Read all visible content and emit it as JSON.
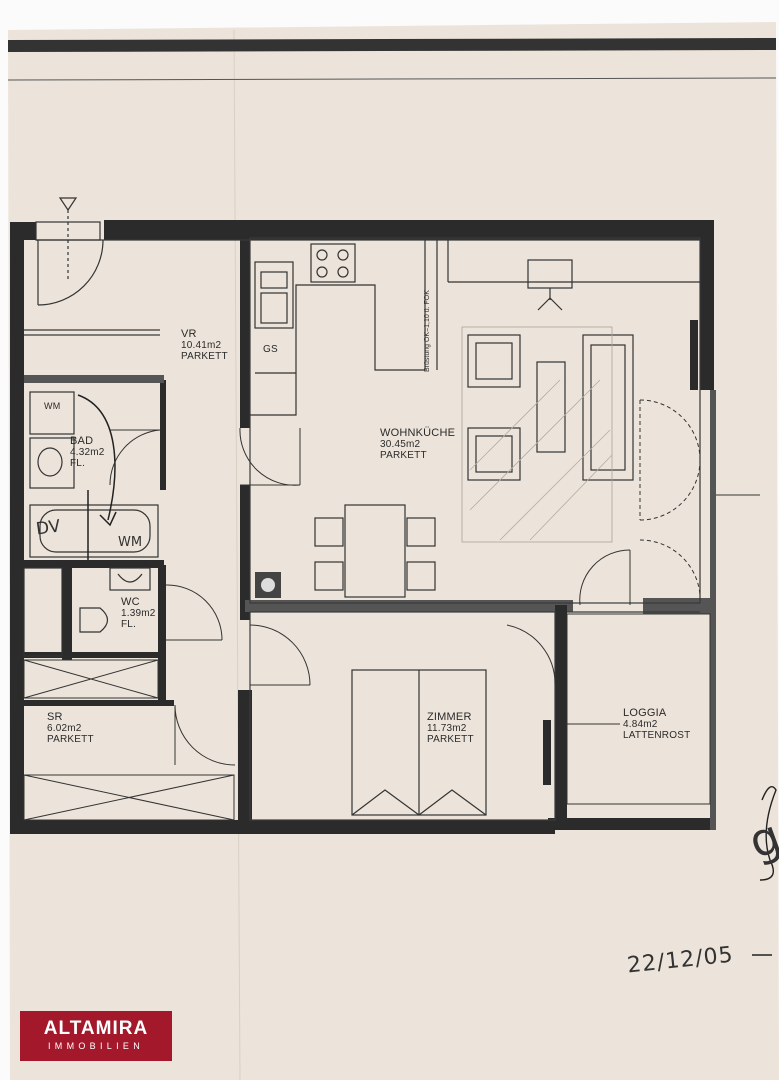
{
  "rooms": {
    "vr": {
      "name": "VR",
      "area": "10.41m2",
      "floor": "PARKETT"
    },
    "bad": {
      "name": "BAD",
      "area": "4.32m2",
      "floor": "FL."
    },
    "wc": {
      "name": "WC",
      "area": "1.39m2",
      "floor": "FL."
    },
    "sr": {
      "name": "SR",
      "area": "6.02m2",
      "floor": "PARKETT"
    },
    "wohn": {
      "name": "WOHNKÜCHE",
      "area": "30.45m2",
      "floor": "PARKETT"
    },
    "zimmer": {
      "name": "ZIMMER",
      "area": "11.73m2",
      "floor": "PARKETT"
    },
    "loggia": {
      "name": "LOGGIA",
      "area": "4.84m2",
      "floor": "LATTENROST"
    }
  },
  "fixtures": {
    "wm": "WM",
    "gs": "GS"
  },
  "parapet_note": "Brüstung OK=1,10 ü. FOK",
  "handwriting": {
    "dv": "DV",
    "wm": "WM",
    "date": "22/12/05",
    "g": "g"
  },
  "logo": {
    "brand": "ALTAMIRA",
    "sub": "IMMOBILIEN"
  },
  "colors": {
    "paper": "#ece4da",
    "wall": "#2b2b2b",
    "ink": "#333333",
    "logo_bg": "#a3192b"
  }
}
